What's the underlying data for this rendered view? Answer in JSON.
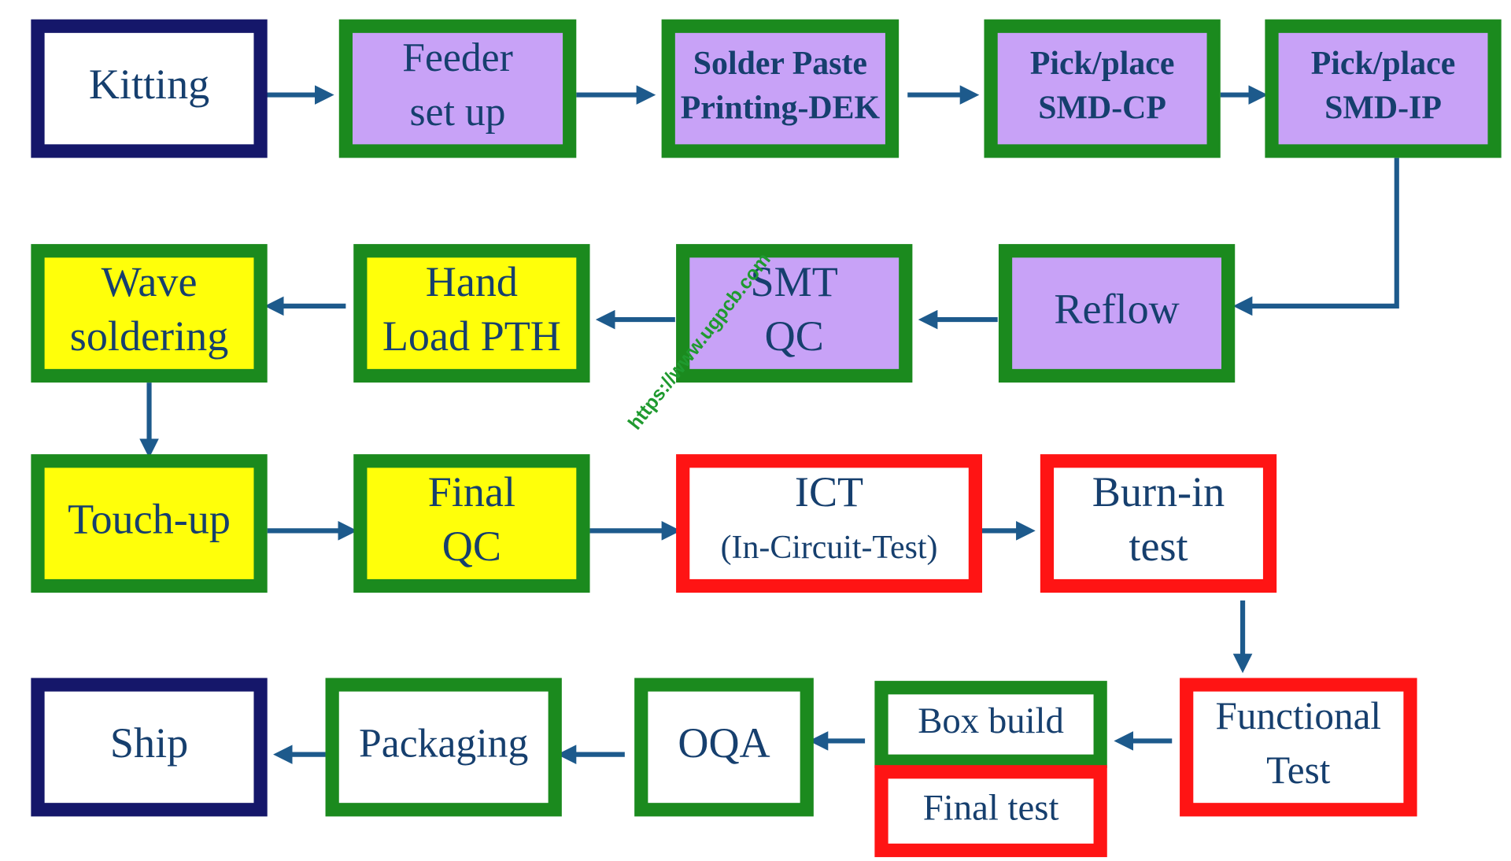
{
  "colors": {
    "text": "#163f6e",
    "arrow": "#1d5a8c",
    "green_border": "#1b8a1e",
    "red_border": "#ff1414",
    "navy_border": "#15176a",
    "purple_fill": "#c8a2f7",
    "yellow_fill": "#ffff0a",
    "white_fill": "#ffffff"
  },
  "watermark": "https://www.ugpcb.com",
  "steps": [
    {
      "id": "kitting",
      "lines": [
        "Kitting"
      ],
      "fill": "white",
      "border": "navy"
    },
    {
      "id": "feeder",
      "lines": [
        "Feeder",
        "set up"
      ],
      "fill": "purple",
      "border": "green"
    },
    {
      "id": "solder-paste",
      "lines": [
        "Solder Paste",
        "Printing-DEK"
      ],
      "fill": "purple",
      "border": "green",
      "bold": true
    },
    {
      "id": "pick-place-cp",
      "lines": [
        "Pick/place",
        "SMD-CP"
      ],
      "fill": "purple",
      "border": "green",
      "bold": true
    },
    {
      "id": "pick-place-ip",
      "lines": [
        "Pick/place",
        "SMD-IP"
      ],
      "fill": "purple",
      "border": "green",
      "bold": true
    },
    {
      "id": "reflow",
      "lines": [
        "Reflow"
      ],
      "fill": "purple",
      "border": "green"
    },
    {
      "id": "smt-qc",
      "lines": [
        "SMT",
        "QC"
      ],
      "fill": "purple",
      "border": "green"
    },
    {
      "id": "hand-load",
      "lines": [
        "Hand",
        "Load PTH"
      ],
      "fill": "yellow",
      "border": "green"
    },
    {
      "id": "wave-soldering",
      "lines": [
        "Wave",
        "soldering"
      ],
      "fill": "yellow",
      "border": "green"
    },
    {
      "id": "touch-up",
      "lines": [
        "Touch-up"
      ],
      "fill": "yellow",
      "border": "green"
    },
    {
      "id": "final-qc",
      "lines": [
        "Final",
        "QC"
      ],
      "fill": "yellow",
      "border": "green"
    },
    {
      "id": "ict",
      "lines": [
        "ICT",
        "(In-Circuit-Test)"
      ],
      "fill": "white",
      "border": "red"
    },
    {
      "id": "burn-in",
      "lines": [
        "Burn-in",
        "test"
      ],
      "fill": "white",
      "border": "red"
    },
    {
      "id": "functional-test",
      "lines": [
        "Functional",
        "Test"
      ],
      "fill": "white",
      "border": "red"
    },
    {
      "id": "box-build",
      "lines": [
        "Box build"
      ],
      "fill": "white",
      "border": "green"
    },
    {
      "id": "final-test",
      "lines": [
        "Final test"
      ],
      "fill": "white",
      "border": "red"
    },
    {
      "id": "oqa",
      "lines": [
        "OQA"
      ],
      "fill": "white",
      "border": "green"
    },
    {
      "id": "packaging",
      "lines": [
        "Packaging"
      ],
      "fill": "white",
      "border": "green"
    },
    {
      "id": "ship",
      "lines": [
        "Ship"
      ],
      "fill": "white",
      "border": "navy"
    }
  ],
  "flow": [
    [
      "kitting",
      "feeder"
    ],
    [
      "feeder",
      "solder-paste"
    ],
    [
      "solder-paste",
      "pick-place-cp"
    ],
    [
      "pick-place-cp",
      "pick-place-ip"
    ],
    [
      "pick-place-ip",
      "reflow"
    ],
    [
      "reflow",
      "smt-qc"
    ],
    [
      "smt-qc",
      "hand-load"
    ],
    [
      "hand-load",
      "wave-soldering"
    ],
    [
      "wave-soldering",
      "touch-up"
    ],
    [
      "touch-up",
      "final-qc"
    ],
    [
      "final-qc",
      "ict"
    ],
    [
      "ict",
      "burn-in"
    ],
    [
      "burn-in",
      "functional-test"
    ],
    [
      "functional-test",
      "box-build"
    ],
    [
      "box-build",
      "oqa"
    ],
    [
      "oqa",
      "packaging"
    ],
    [
      "packaging",
      "ship"
    ]
  ]
}
